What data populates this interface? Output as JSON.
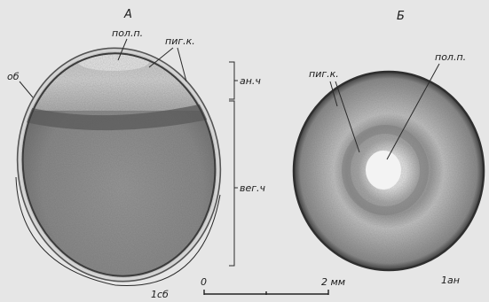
{
  "panel_a": {
    "letter": "A",
    "label_pol_p": "пол.п.",
    "label_pig_k": "пиг.к.",
    "label_ob": "об",
    "label_an_ch": "ан.ч",
    "label_veg_ch": "вег.ч",
    "caption": "1сб"
  },
  "panel_b": {
    "letter": "Б",
    "label_pig_k": "пиг.к.",
    "label_pol_p": "пол.п.",
    "caption": "1ан"
  },
  "scale_bar": {
    "start": "0",
    "end": "2 мм"
  }
}
